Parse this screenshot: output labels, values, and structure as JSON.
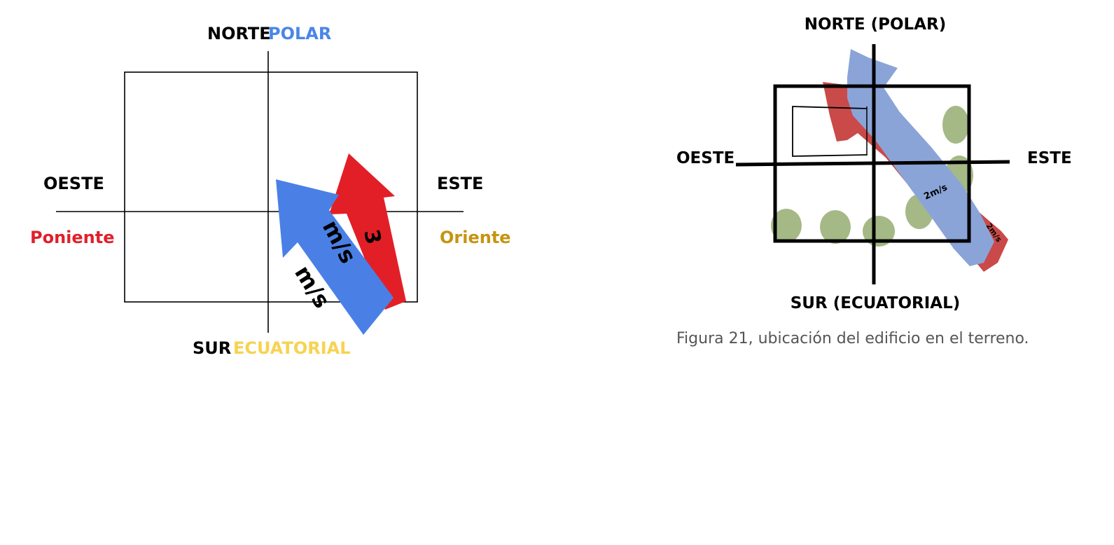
{
  "left_diagram": {
    "north": "NORTE",
    "north_sub": "POLAR",
    "south": "SUR",
    "south_sub": "ECUATORIAL",
    "west": "OESTE",
    "west_sub": "Poniente",
    "east": "ESTE",
    "east_sub": "Oriente",
    "blue_arrow_label": "m/s",
    "blue_arrow_value_label": "3",
    "red_arrow_label": "m/s",
    "colors": {
      "north_sub": "#4a86e8",
      "south_sub": "#f6d351",
      "west_sub": "#e0202a",
      "east_sub": "#c69410",
      "blue_arrow": "#4a80e6",
      "red_arrow": "#e21f26"
    }
  },
  "right_diagram": {
    "north": "NORTE (POLAR)",
    "south": "SUR (ECUATORIAL)",
    "west": "OESTE",
    "east": "ESTE",
    "wind_label_blue": "2m/s",
    "wind_label_red": "2m/s",
    "colors": {
      "blue_stroke": "#8aa4d8",
      "red_stroke": "#c94a48",
      "trees": "#a5b986"
    }
  },
  "caption": "Figura 21, ubicación del edificio en el terreno."
}
